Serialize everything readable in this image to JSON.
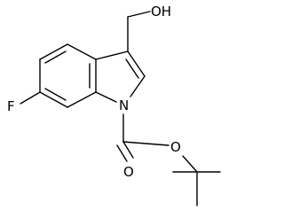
{
  "molecule": {
    "labels": {
      "fluorine": "F",
      "nitrogen": "N",
      "ester_oxygen": "O",
      "carbonyl_oxygen": "O",
      "hydroxyl": "OH"
    },
    "colors": {
      "ink": "#000000",
      "background": "#ffffff"
    }
  }
}
